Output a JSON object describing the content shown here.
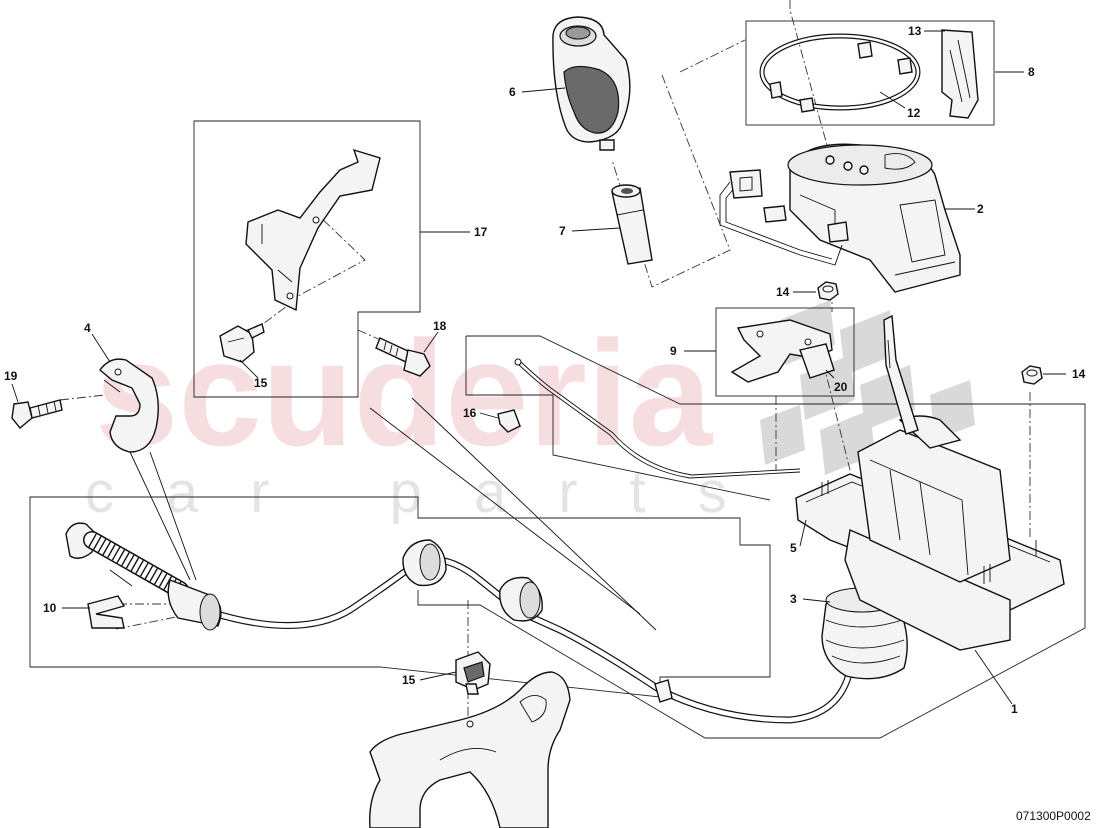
{
  "watermark": {
    "brand": "scuderia",
    "sub": "car parts"
  },
  "reference_code": "071300P0002",
  "callouts": [
    {
      "id": "c1",
      "label": "1",
      "part": "cable-assembly"
    },
    {
      "id": "c2",
      "label": "2",
      "part": "selector-gate"
    },
    {
      "id": "c3",
      "label": "3",
      "part": "cable-boot"
    },
    {
      "id": "c4",
      "label": "4",
      "part": "cable-clamp"
    },
    {
      "id": "c5",
      "label": "5",
      "part": "shift-mechanism"
    },
    {
      "id": "c6",
      "label": "6",
      "part": "shift-knob"
    },
    {
      "id": "c7",
      "label": "7",
      "part": "shift-lever-sleeve"
    },
    {
      "id": "c8",
      "label": "8",
      "part": "trim-ring-kit"
    },
    {
      "id": "c9",
      "label": "9",
      "part": "bracket-kit"
    },
    {
      "id": "c10",
      "label": "10",
      "part": "retaining-clip"
    },
    {
      "id": "c12",
      "label": "12",
      "part": "trim-ring"
    },
    {
      "id": "c13",
      "label": "13",
      "part": "spring-clip"
    },
    {
      "id": "c14a",
      "label": "14",
      "part": "nut"
    },
    {
      "id": "c14b",
      "label": "14",
      "part": "nut"
    },
    {
      "id": "c15a",
      "label": "15",
      "part": "cable-clip"
    },
    {
      "id": "c15b",
      "label": "15",
      "part": "cable-clip"
    },
    {
      "id": "c16",
      "label": "16",
      "part": "clip"
    },
    {
      "id": "c17",
      "label": "17",
      "part": "support-bracket-kit"
    },
    {
      "id": "c18",
      "label": "18",
      "part": "bolt"
    },
    {
      "id": "c19",
      "label": "19",
      "part": "bolt"
    },
    {
      "id": "c20",
      "label": "20",
      "part": "nut"
    }
  ]
}
